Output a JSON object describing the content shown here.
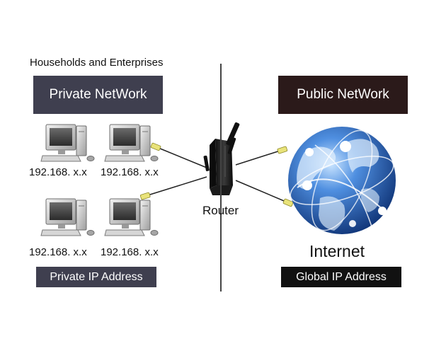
{
  "heading": "Households and Enterprises",
  "private_network": {
    "title": "Private NetWork",
    "label": "Private IP Address"
  },
  "public_network": {
    "title": "Public NetWork",
    "label": "Global IP Address"
  },
  "computers": [
    {
      "ip": "192.168. x.x"
    },
    {
      "ip": "192.168. x.x"
    },
    {
      "ip": "192.168. x.x"
    },
    {
      "ip": "192.168. x.x"
    }
  ],
  "router": {
    "label": "Router"
  },
  "internet": {
    "label": "Internet"
  },
  "colors": {
    "private_box": "#3f3f4f",
    "public_box": "#2b1a1a",
    "global_box": "#111111",
    "connector": "#e9e37a",
    "globe": "#2a63b8"
  }
}
